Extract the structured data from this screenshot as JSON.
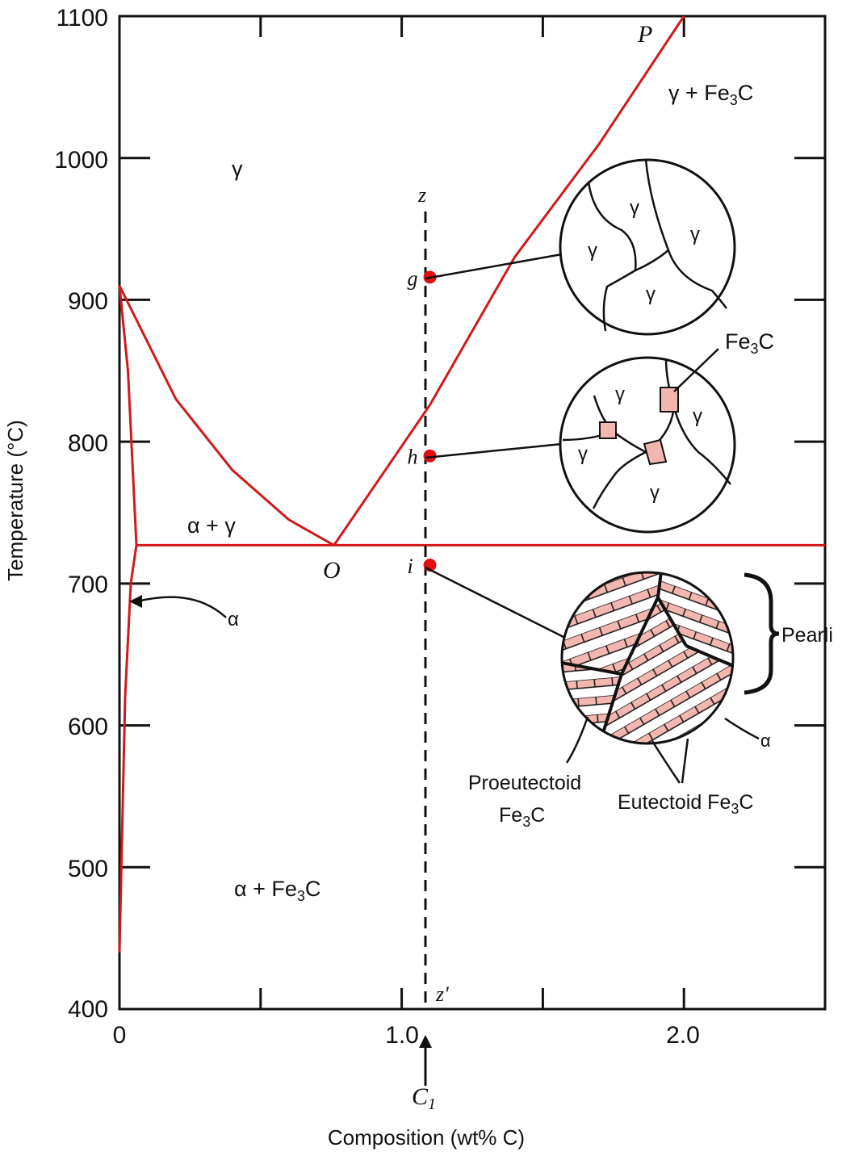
{
  "chart_data": {
    "type": "line",
    "xlabel": "Composition (wt% C)",
    "ylabel": "Temperature (°C)",
    "xlim": [
      0,
      2.5
    ],
    "ylim": [
      400,
      1100
    ],
    "x_ticks": [
      "0",
      "1.0",
      "2.0"
    ],
    "y_ticks": [
      "400",
      "500",
      "600",
      "700",
      "800",
      "900",
      "1000",
      "1100"
    ],
    "series": [
      {
        "values_xy": [
          [
            0.0,
            910
          ],
          [
            0.2,
            830
          ],
          [
            0.4,
            780
          ],
          [
            0.6,
            745
          ],
          [
            0.76,
            727
          ]
        ]
      },
      {
        "values_xy": [
          [
            0.76,
            727
          ],
          [
            1.1,
            826
          ],
          [
            1.4,
            930
          ],
          [
            1.7,
            1010
          ],
          [
            2.0,
            1100
          ]
        ]
      },
      {
        "values_xy": [
          [
            0.06,
            727
          ],
          [
            2.5,
            727
          ]
        ]
      },
      {
        "values_xy": [
          [
            0.0,
            440
          ],
          [
            0.02,
            620
          ],
          [
            0.04,
            700
          ],
          [
            0.06,
            727
          ]
        ]
      },
      {
        "values_xy": [
          [
            0.0,
            910
          ],
          [
            0.03,
            850
          ],
          [
            0.06,
            727
          ]
        ]
      }
    ],
    "vertical_line_x": 1.1,
    "points": [
      {
        "label": "g",
        "x": 1.1,
        "y": 916
      },
      {
        "label": "h",
        "x": 1.1,
        "y": 790
      },
      {
        "label": "i",
        "x": 1.1,
        "y": 713
      }
    ],
    "annotations": {
      "O": "O",
      "P": "P",
      "z": "z",
      "z_prime": "z'",
      "C1": "C",
      "C1_sub": "1"
    },
    "phase_labels": {
      "gamma": "γ",
      "gamma_fe3c": "γ + Fe",
      "alpha_gamma": "α + γ",
      "alpha_fe3c": "α + Fe",
      "alpha": "α",
      "sub3": "3",
      "C": "C"
    },
    "micro_labels": {
      "gamma": "γ",
      "fe3c": "Fe",
      "pearlite": "Pearli",
      "proeutectoid_line1": "Proeutectoid",
      "proeutectoid_line2": "Fe",
      "eutectoid": "Eutectoid Fe",
      "alpha": "α"
    }
  },
  "colors": {
    "phase_line": "#d01a1a",
    "point": "#e01010",
    "cementite": "#f4b6b0",
    "ink": "#111111"
  }
}
